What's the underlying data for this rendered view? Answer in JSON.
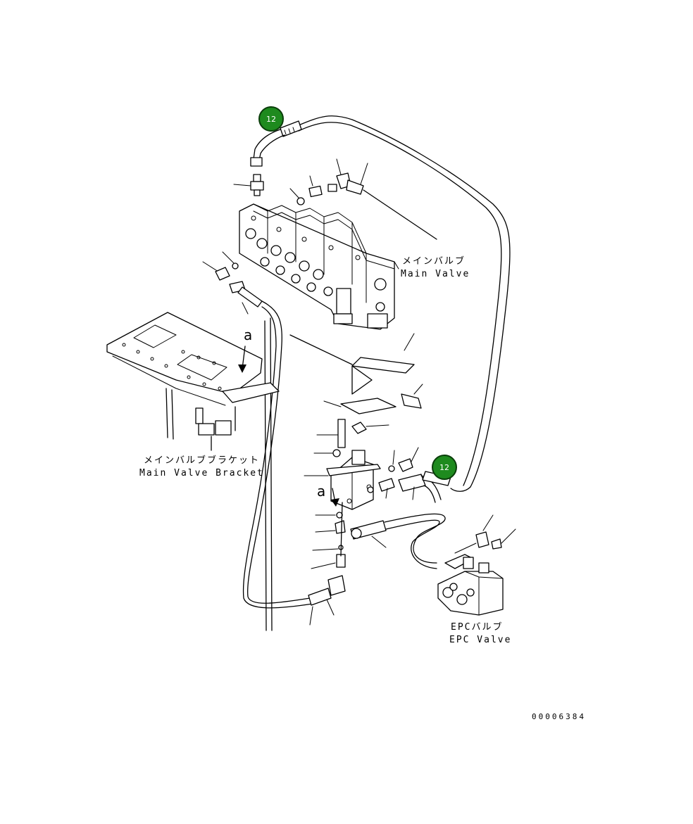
{
  "labels": {
    "main_valve_jp": "メインバルブ",
    "main_valve_en": "Main Valve",
    "bracket_jp": "メインバルブブラケット",
    "bracket_en": "Main Valve Bracket",
    "epc_jp": "EPCバルブ",
    "epc_en": "EPC Valve",
    "view_marker_top": "a",
    "view_marker_bottom": "a",
    "drawing_number": "00006384"
  },
  "callouts": [
    {
      "number": "12"
    },
    {
      "number": "12"
    }
  ],
  "colors": {
    "callout_fill": "#1e8a1e",
    "callout_border": "#0a3d0a",
    "line": "#000000"
  }
}
